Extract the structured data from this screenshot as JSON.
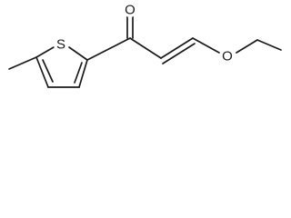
{
  "molecule": {
    "atoms": {
      "sulfur": "S",
      "ketone_oxygen": "O",
      "ether_oxygen": "O"
    }
  },
  "colors": {
    "bond": "#1a1a1a",
    "background": "#ffffff"
  }
}
